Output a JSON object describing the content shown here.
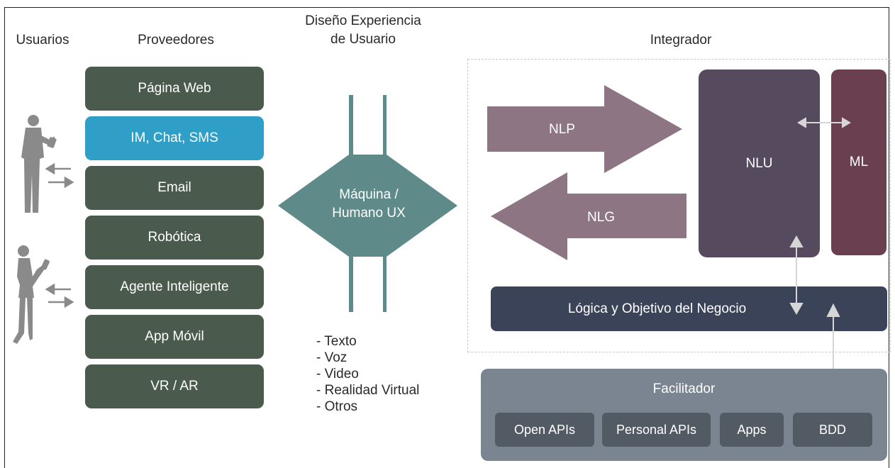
{
  "headers": {
    "users": "Usuarios",
    "providers": "Proveedores",
    "ux_line1": "Diseño Experiencia",
    "ux_line2": "de Usuario",
    "integrator": "Integrador"
  },
  "providers": [
    {
      "label": "Página Web"
    },
    {
      "label": "IM, Chat, SMS"
    },
    {
      "label": "Email"
    },
    {
      "label": "Robótica"
    },
    {
      "label": "Agente Inteligente"
    },
    {
      "label": "App Móvil"
    },
    {
      "label": "VR / AR"
    }
  ],
  "ux": {
    "line1": "Máquina /",
    "line2": "Humano UX",
    "modes": [
      "- Texto",
      "- Voz",
      "- Video",
      "- Realidad Virtual",
      "- Otros"
    ]
  },
  "integrator": {
    "nlp": "NLP",
    "nlg": "NLG",
    "nlu": "NLU",
    "ml": "ML",
    "logic": "Lógica y Objetivo del Negocio"
  },
  "facilitator": {
    "title": "Facilitador",
    "items": [
      "Open APIs",
      "Personal APIs",
      "Apps",
      "BDD"
    ]
  },
  "colors": {
    "provider_box": "#4a5a4c",
    "provider_active": "#2f9fc7",
    "ux_shape": "#5e8a89",
    "nlp_arrow": "#8e7583",
    "nlu_box": "#564b5e",
    "ml_box": "#6a3f4f",
    "logic_box": "#3b4358",
    "facilitator_box": "#7a8591",
    "facilitator_item": "#525b63"
  }
}
